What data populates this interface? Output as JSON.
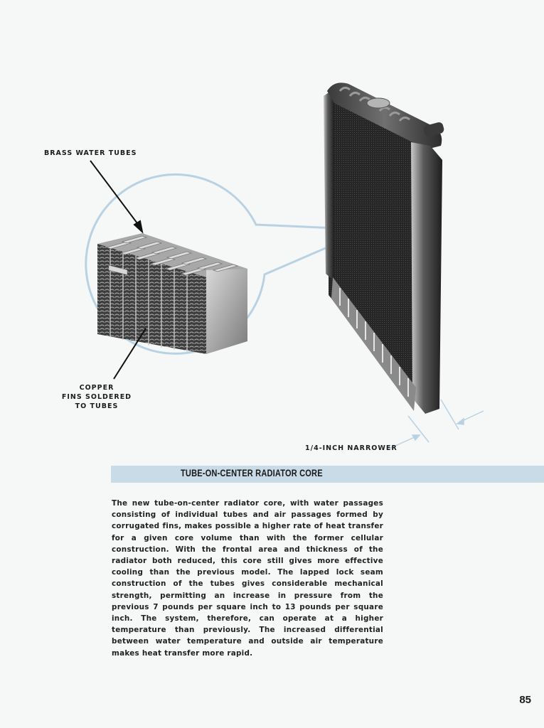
{
  "page": {
    "number": "85"
  },
  "illustration": {
    "callouts": {
      "tubes_label": "BRASS WATER TUBES",
      "fins_label_lines": [
        "COPPER",
        "FINS SOLDERED",
        "TO TUBES"
      ],
      "narrower_label": "1/4-INCH NARROWER"
    },
    "colors": {
      "callout_line": "#b9d2e3",
      "core_metal": "#8d8d8d",
      "radiator_dark": "#2a2a2a"
    }
  },
  "section": {
    "title": "TUBE-ON-CENTER RADIATOR CORE",
    "title_bar_color": "#c9dbe7",
    "body": "The new tube-on-center radiator core, with water passages consisting of individual tubes and air passages formed by corrugated fins, makes possible a higher rate of heat transfer for a given core volume than with the former cellular construction. With the frontal area and thickness of the radiator both reduced, this core still gives more effective cooling than the previous model. The lapped lock seam construction of the tubes gives considerable mechanical strength, permitting an increase in pressure from the previous 7 pounds per square inch to 13 pounds per square inch. The system, therefore, can operate at a higher temperature than previously. The increased differential between water temperature and outside air temperature makes heat transfer more rapid."
  }
}
